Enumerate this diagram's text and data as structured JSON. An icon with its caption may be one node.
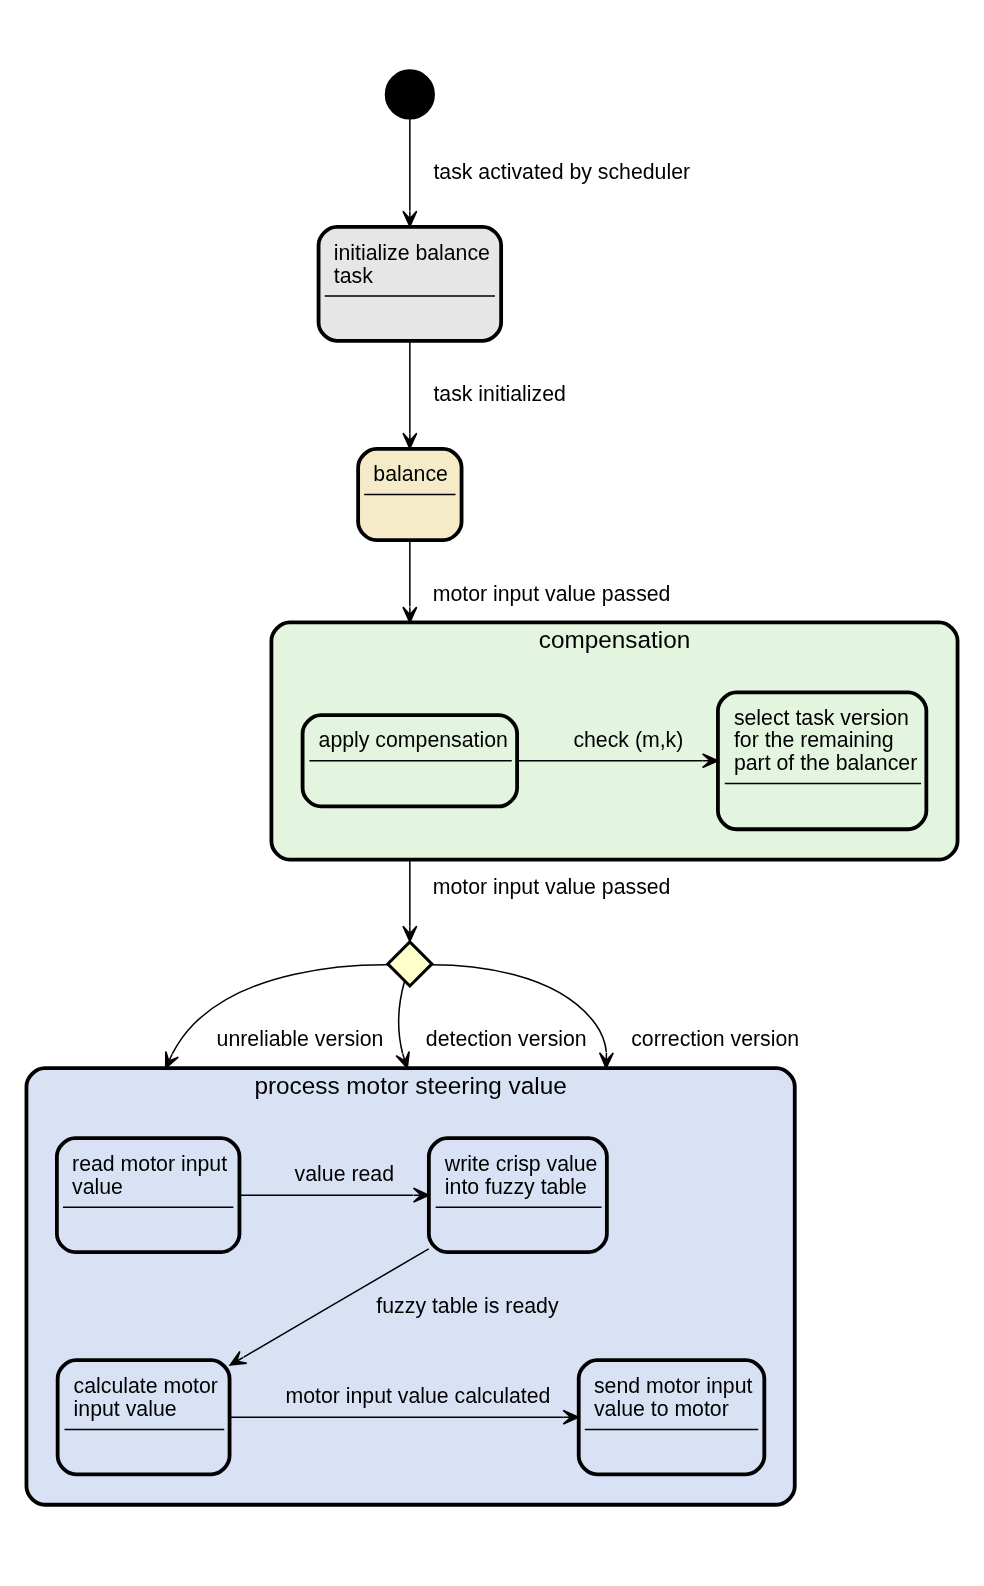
{
  "diagram": {
    "nodes": [
      {
        "text": [],
        "shape": "circle"
      },
      {
        "text": [
          "initialize balance task"
        ]
      },
      {
        "text": [
          "balance"
        ]
      },
      {
        "text": [
          "compensation"
        ]
      },
      {
        "text": [
          "apply compensation"
        ],
        "in": 3
      },
      {
        "text": [
          "select task version for the remaining part of the balancer"
        ],
        "in": 3
      },
      {
        "text": [],
        "shape": "diamond"
      },
      {
        "text": [
          "process motor steering value"
        ]
      },
      {
        "text": [
          "read motor input value"
        ],
        "in": 7
      },
      {
        "text": [
          "write crisp value into fuzzy table"
        ],
        "in": 7
      },
      {
        "text": [
          "calculate motor input value"
        ],
        "in": 7
      },
      {
        "text": [
          "send motor input value to motor"
        ],
        "in": 7
      }
    ],
    "edges": [
      {
        "from": 0,
        "to": 1,
        "arrow": "to",
        "label": "task activated by scheduler"
      },
      {
        "from": 1,
        "to": 2,
        "arrow": "to",
        "label": "task initialized"
      },
      {
        "from": 2,
        "to": 3,
        "arrow": "to",
        "label": "motor input value passed"
      },
      {
        "from": 4,
        "to": 5,
        "arrow": "to",
        "label": "check (m,k)"
      },
      {
        "from": 3,
        "to": 6,
        "arrow": "to",
        "label": "motor input value passed"
      },
      {
        "from": 6,
        "to": 7,
        "arrow": "to",
        "label": "unreliable version"
      },
      {
        "from": 6,
        "to": 7,
        "arrow": "to",
        "label": "detection version"
      },
      {
        "from": 6,
        "to": 7,
        "arrow": "to",
        "label": "correction version"
      },
      {
        "from": 8,
        "to": 9,
        "arrow": "to",
        "label": "value read"
      },
      {
        "from": 9,
        "to": 10,
        "arrow": "to",
        "label": "fuzzy table is ready"
      },
      {
        "from": 10,
        "to": 11,
        "arrow": "to",
        "label": "motor input value calculated"
      }
    ]
  }
}
